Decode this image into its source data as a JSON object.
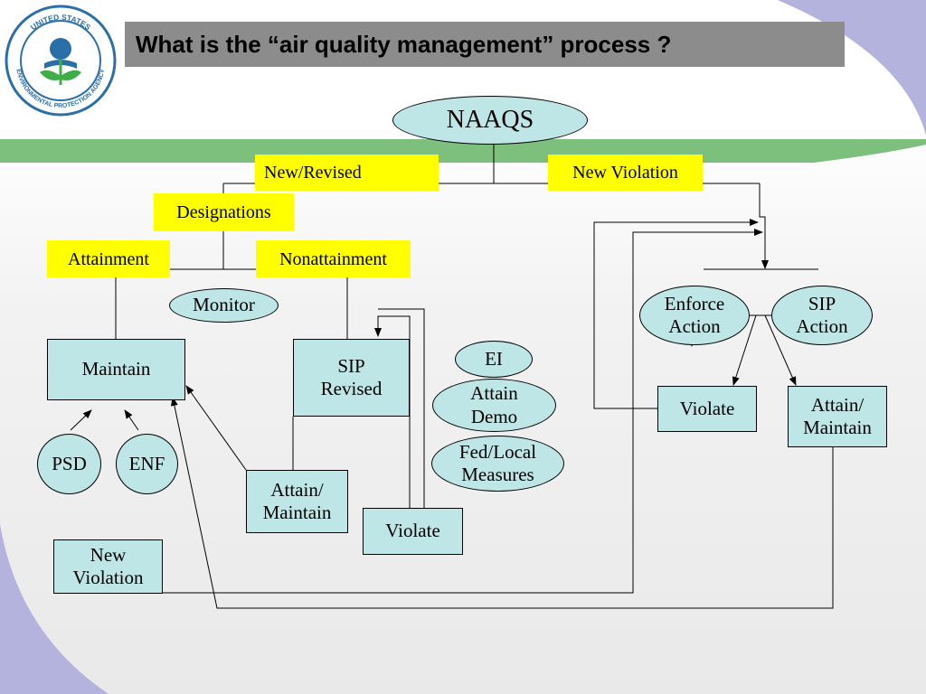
{
  "slide": {
    "title": "What is the “air quality management” process ?",
    "colors": {
      "title_bar": "#8c8c8c",
      "yellow": "#ffff00",
      "node_fill": "#bfe6e6",
      "band": "#7dbf7d",
      "corner_purple": "#b3b3de"
    },
    "seal": {
      "text": "UNITED STATES ENVIRONMENTAL PROTECTION AGENCY",
      "icon": "epa-seal-icon"
    }
  },
  "nodes": {
    "naaqs": "NAAQS",
    "new_revised": "New/Revised",
    "new_violation_top": "New Violation",
    "designations": "Designations",
    "attainment": "Attainment",
    "nonattainment": "Nonattainment",
    "monitor": "Monitor",
    "maintain": "Maintain",
    "sip_revised": "SIP\nRevised",
    "ei": "EI",
    "attain_demo": "Attain\nDemo",
    "fed_local_measures": "Fed/Local\nMeasures",
    "psd": "PSD",
    "enf": "ENF",
    "attain_maintain_left": "Attain/\nMaintain",
    "violate_left": "Violate",
    "new_violation_bottom": "New\nViolation",
    "enforce_action": "Enforce\nAction",
    "sip_action": "SIP\nAction",
    "violate_right": "Violate",
    "attain_maintain_right": "Attain/\nMaintain"
  }
}
